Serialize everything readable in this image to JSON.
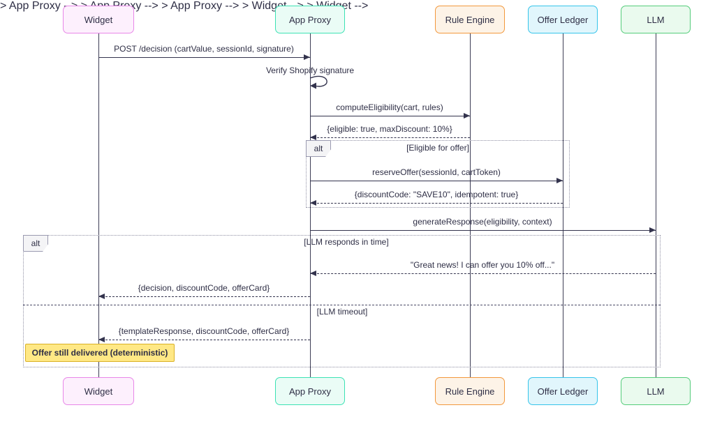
{
  "diagram_type": "sequence-diagram",
  "actors": [
    {
      "name": "Widget",
      "fill": "#fdf0fd",
      "border": "#e887e8"
    },
    {
      "name": "App Proxy",
      "fill": "#eafcf6",
      "border": "#3ce2b4"
    },
    {
      "name": "Rule Engine",
      "fill": "#fdf3e7",
      "border": "#f2983c"
    },
    {
      "name": "Offer Ledger",
      "fill": "#e1f6fc",
      "border": "#35c4ea"
    },
    {
      "name": "LLM",
      "fill": "#eafaee",
      "border": "#54cc7a"
    }
  ],
  "messages": [
    {
      "from": "Widget",
      "to": "App Proxy",
      "label": "POST /decision (cartValue, sessionId, signature)",
      "line": "solid"
    },
    {
      "from": "App Proxy",
      "to": "App Proxy",
      "label": "Verify Shopify signature",
      "line": "self"
    },
    {
      "from": "App Proxy",
      "to": "Rule Engine",
      "label": "computeEligibility(cart, rules)",
      "line": "solid"
    },
    {
      "from": "Rule Engine",
      "to": "App Proxy",
      "label": "{eligible: true, maxDiscount: 10%}",
      "line": "dotted"
    },
    {
      "from": "App Proxy",
      "to": "Offer Ledger",
      "label": "reserveOffer(sessionId, cartToken)",
      "line": "solid"
    },
    {
      "from": "Offer Ledger",
      "to": "App Proxy",
      "label": "{discountCode: \"SAVE10\", idempotent: true}",
      "line": "dotted"
    },
    {
      "from": "App Proxy",
      "to": "LLM",
      "label": "generateResponse(eligibility, context)",
      "line": "solid"
    },
    {
      "from": "LLM",
      "to": "App Proxy",
      "label": "\"Great news! I can offer you 10% off...\"",
      "line": "dotted"
    },
    {
      "from": "App Proxy",
      "to": "Widget",
      "label": "{decision, discountCode, offerCard}",
      "line": "dotted"
    },
    {
      "from": "App Proxy",
      "to": "Widget",
      "label": "{templateResponse, discountCode, offerCard}",
      "line": "dotted"
    }
  ],
  "alt_blocks": [
    {
      "label": "alt",
      "guard": "[Eligible for offer]"
    },
    {
      "label": "alt",
      "guard_1": "[LLM responds in time]",
      "guard_2": "[LLM timeout]"
    }
  ],
  "note": {
    "text": "Offer still delivered (deterministic)",
    "fill": "#ffe885",
    "border": "#d9b125"
  },
  "line_color": "#33334d"
}
